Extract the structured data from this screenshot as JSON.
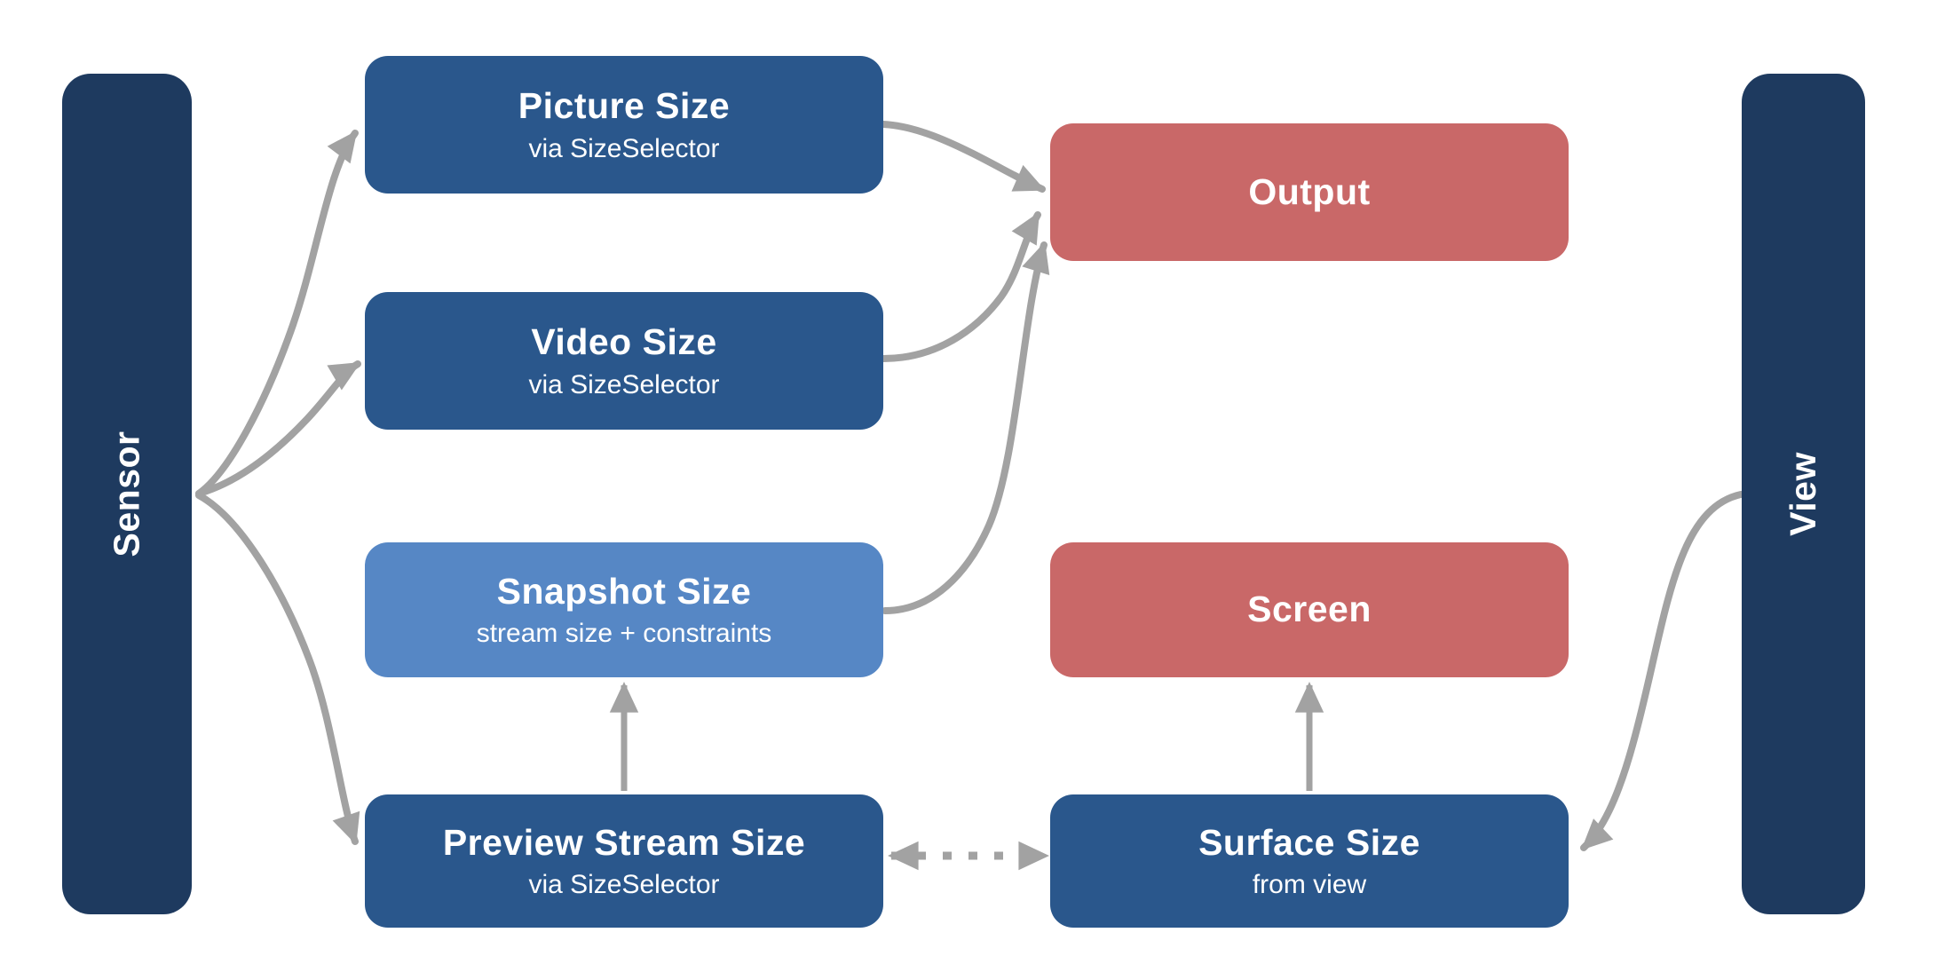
{
  "diagram": {
    "nodes": {
      "sensor": {
        "label": "Sensor"
      },
      "view": {
        "label": "View"
      },
      "picture_size": {
        "title": "Picture Size",
        "subtitle": "via SizeSelector"
      },
      "video_size": {
        "title": "Video Size",
        "subtitle": "via SizeSelector"
      },
      "snapshot_size": {
        "title": "Snapshot Size",
        "subtitle": "stream size + constraints"
      },
      "preview_stream_size": {
        "title": "Preview Stream Size",
        "subtitle": "via SizeSelector"
      },
      "output": {
        "title": "Output"
      },
      "screen": {
        "title": "Screen"
      },
      "surface_size": {
        "title": "Surface Size",
        "subtitle": "from view"
      }
    },
    "edges": [
      {
        "from": "Sensor",
        "to": "Picture Size",
        "style": "solid-curve",
        "arrow": "end"
      },
      {
        "from": "Sensor",
        "to": "Video Size",
        "style": "solid-curve",
        "arrow": "end"
      },
      {
        "from": "Sensor",
        "to": "Preview Stream Size",
        "style": "solid-curve",
        "arrow": "end"
      },
      {
        "from": "Picture Size",
        "to": "Output",
        "style": "solid-curve",
        "arrow": "end"
      },
      {
        "from": "Video Size",
        "to": "Output",
        "style": "solid-curve",
        "arrow": "end"
      },
      {
        "from": "Snapshot Size",
        "to": "Output",
        "style": "solid-curve",
        "arrow": "end"
      },
      {
        "from": "Preview Stream Size",
        "to": "Snapshot Size",
        "style": "solid-straight",
        "arrow": "end"
      },
      {
        "from": "Surface Size",
        "to": "Screen",
        "style": "solid-straight",
        "arrow": "end"
      },
      {
        "from": "View",
        "to": "Surface Size",
        "style": "solid-curve",
        "arrow": "end"
      },
      {
        "from": "Preview Stream Size",
        "to": "Surface Size",
        "style": "dotted",
        "arrow": "both"
      }
    ]
  },
  "colors": {
    "navy": "#1e3a5f",
    "blue": "#2a578c",
    "light_blue": "#5687c5",
    "red": "#c96868",
    "arrow": "#a2a2a2",
    "text": "#ffffff",
    "background": "#ffffff"
  }
}
